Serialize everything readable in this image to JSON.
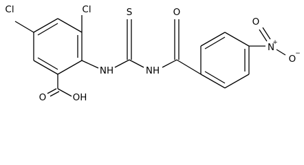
{
  "structure": {
    "atom_labels": {
      "chlorine_top_left": "Cl",
      "chlorine_top_right": "Cl",
      "nh_left": "NH",
      "sulfur": "S",
      "nh_right": "NH",
      "carbonyl_oxygen": "O",
      "nitro_nitrogen": "N",
      "nitro_plus": "+",
      "nitro_oxygen_top": "O",
      "nitro_oxygen_right": "O",
      "nitro_minus": "−",
      "acid_oxygen": "O",
      "acid_hydroxyl": "OH"
    }
  }
}
